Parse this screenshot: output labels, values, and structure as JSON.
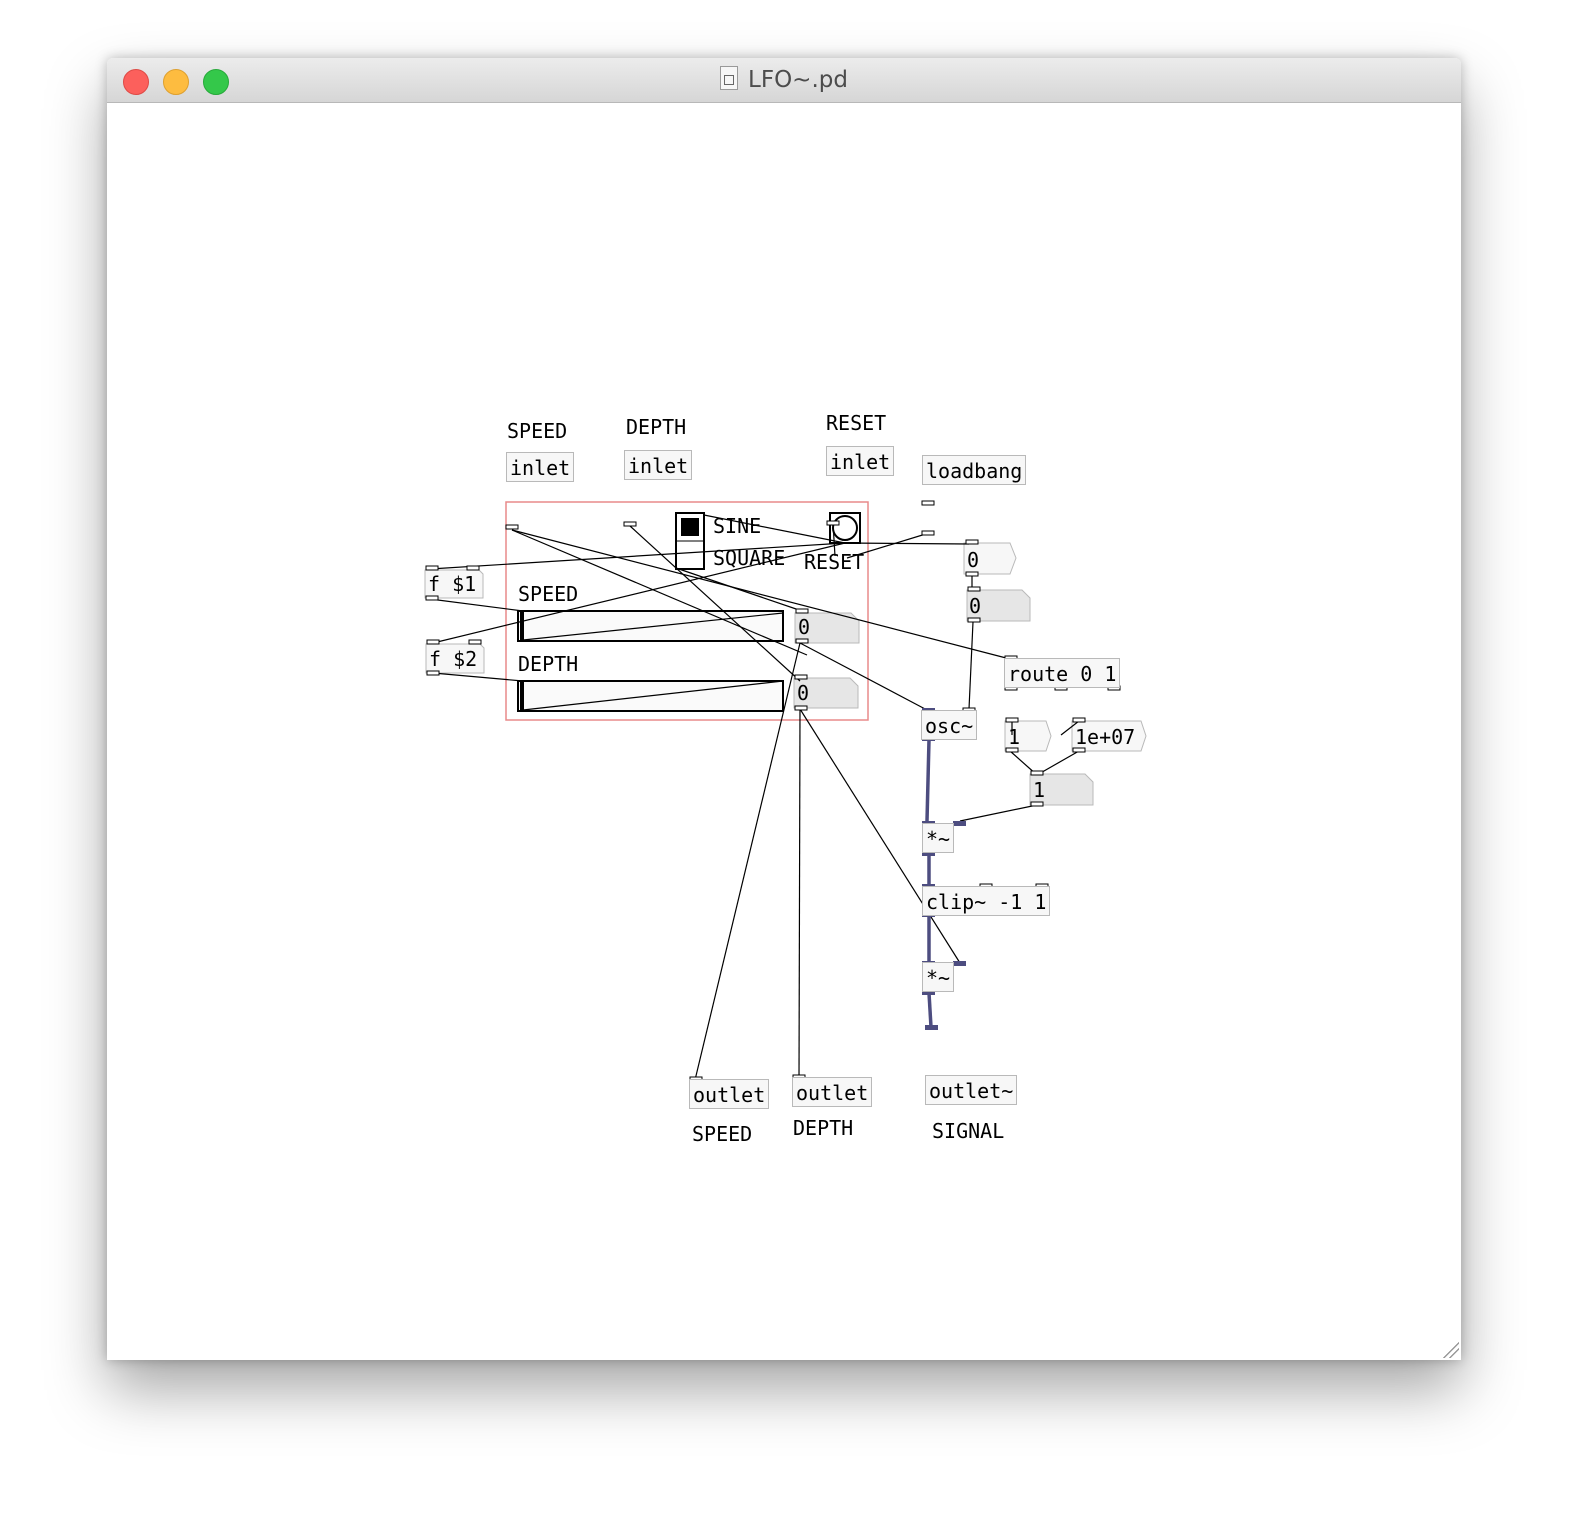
{
  "window": {
    "title": "LFO~.pd"
  },
  "patch": {
    "inlets": [
      {
        "label": "SPEED",
        "text": "inlet"
      },
      {
        "label": "DEPTH",
        "text": "inlet"
      },
      {
        "label": "RESET",
        "text": "inlet"
      }
    ],
    "loadbang": "loadbang",
    "gui": {
      "radio_labels": [
        "SINE",
        "SQUARE"
      ],
      "radio_selected": "SINE",
      "bang_label": "RESET",
      "speed_slider_label": "SPEED",
      "depth_slider_label": "DEPTH",
      "speed_number": "0",
      "depth_number": "0"
    },
    "msg_f1": "f $1",
    "msg_f2": "f $2",
    "atom_top1": "0",
    "atom_top2": "0",
    "route": "route 0 1",
    "osc": "osc~",
    "msg_1": "1",
    "msg_1e07": "1e+07",
    "atom_mult": "1",
    "mult1": "*~",
    "clip": "clip~ -1 1",
    "mult2": "*~",
    "outlets": [
      {
        "label": "SPEED",
        "text": "outlet"
      },
      {
        "label": "DEPTH",
        "text": "outlet"
      },
      {
        "label": "SIGNAL",
        "text": "outlet~"
      }
    ]
  },
  "colors": {
    "signal_cord": "#4d4d80",
    "gop_frame": "#e88a8a"
  }
}
